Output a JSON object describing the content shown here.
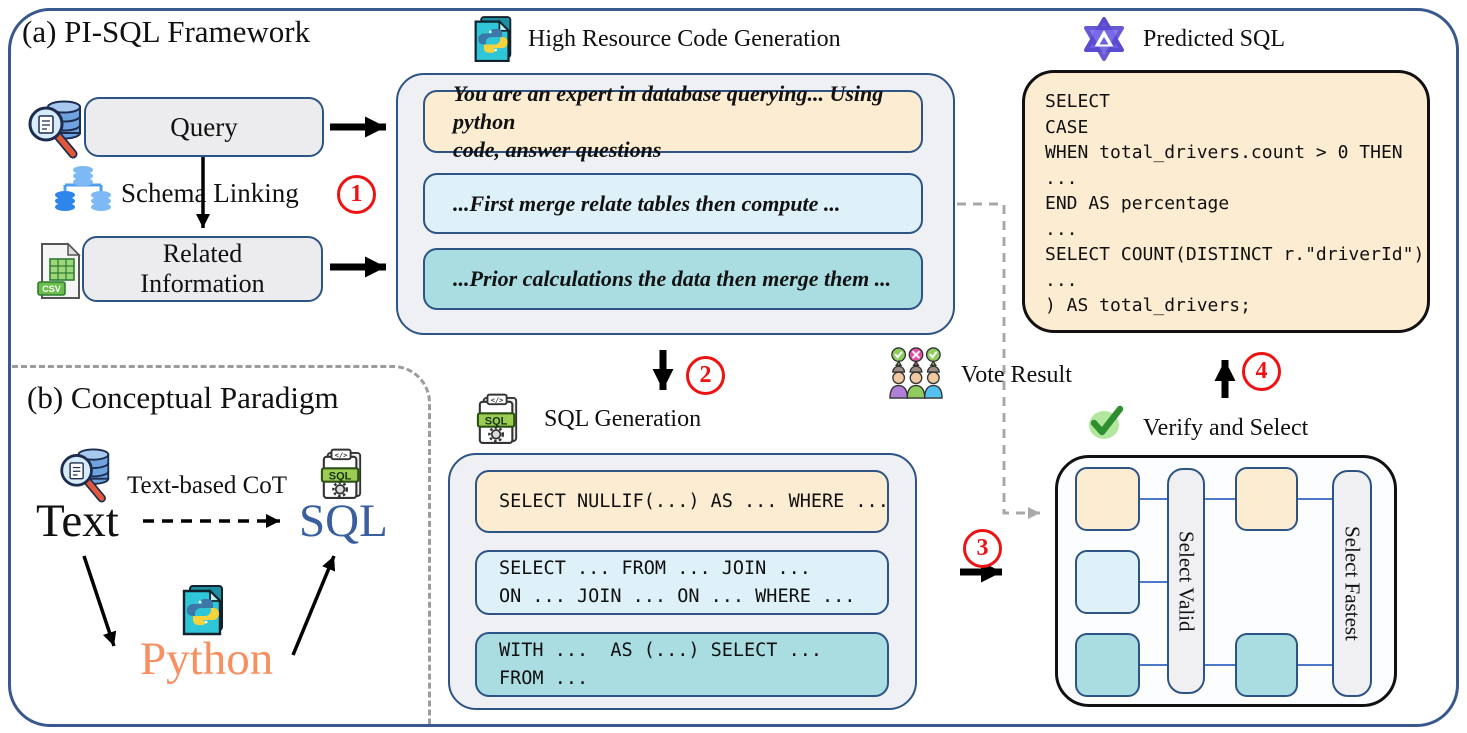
{
  "panel_a": {
    "title": "(a) PI-SQL Framework",
    "query": {
      "label": "Query"
    },
    "schema_linking": {
      "label": "Schema Linking"
    },
    "related_information": {
      "label": "Related\nInformation"
    },
    "steps": {
      "s1": "1",
      "s2": "2",
      "s3": "3",
      "s4": "4"
    },
    "high_resource": {
      "title": "High Resource Code Generation",
      "prompts": [
        {
          "text": "You are an expert in database querying... Using python\ncode, answer questions"
        },
        {
          "text": "...First merge relate tables then compute ..."
        },
        {
          "text": "...Prior calculations the data then merge them ..."
        }
      ]
    },
    "sql_generation": {
      "title": "SQL Generation",
      "snippets": [
        {
          "text": "SELECT NULLIF(...) AS ... WHERE ..."
        },
        {
          "text": "SELECT ... FROM ... JOIN ...\nON ... JOIN ... ON ... WHERE ..."
        },
        {
          "text": "WITH ...  AS (...) SELECT ...\nFROM ..."
        }
      ]
    },
    "vote_result_label": "Vote Result",
    "predicted_sql": {
      "title": "Predicted SQL",
      "code": "SELECT\nCASE\nWHEN total_drivers.count > 0 THEN\n...\nEND AS percentage\n...\nSELECT COUNT(DISTINCT r.\"driverId\")\n...\n) AS total_drivers;"
    },
    "verify_select": {
      "title": "Verify and Select",
      "valid_label": "Select Valid",
      "fastest_label": "Select Fastest"
    }
  },
  "panel_b": {
    "title": "(b) Conceptual Paradigm",
    "text_label": "Text",
    "cot_label": "Text-based CoT",
    "sql_label": "SQL",
    "python_label": "Python"
  },
  "icons": {
    "csv_label": "CSV",
    "sql_file_label": "SQL",
    "code_tab_label": "</>"
  },
  "colors": {
    "frame_border": "#38588e",
    "box_border": "#2e5486",
    "peach": "#fcecd2",
    "light_blue": "#def1f8",
    "teal": "#a9dde2",
    "panel_gray": "#eef0f3",
    "step_red": "#ee1313",
    "python_orange": "#f78f60",
    "sql_blue": "#3a5f9e",
    "connector_blue": "#4b79c8",
    "dash_gray": "#9c9c9c"
  }
}
